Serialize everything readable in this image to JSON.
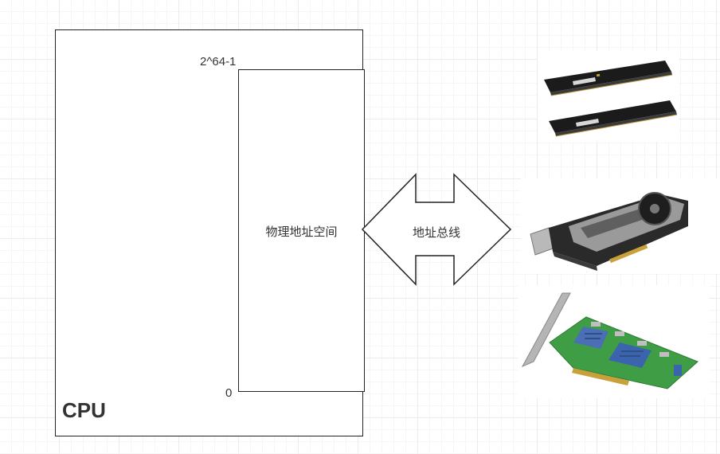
{
  "cpu": {
    "label": "CPU"
  },
  "address_space": {
    "label": "物理地址空间",
    "top_address": "2^64-1",
    "bottom_address": "0"
  },
  "bus": {
    "label": "地址总线"
  },
  "devices": [
    {
      "name": "memory-modules",
      "icon": "ram-stick-icon"
    },
    {
      "name": "graphics-card",
      "icon": "gpu-card-icon"
    },
    {
      "name": "sata-expansion-card",
      "icon": "pcie-card-icon"
    }
  ]
}
